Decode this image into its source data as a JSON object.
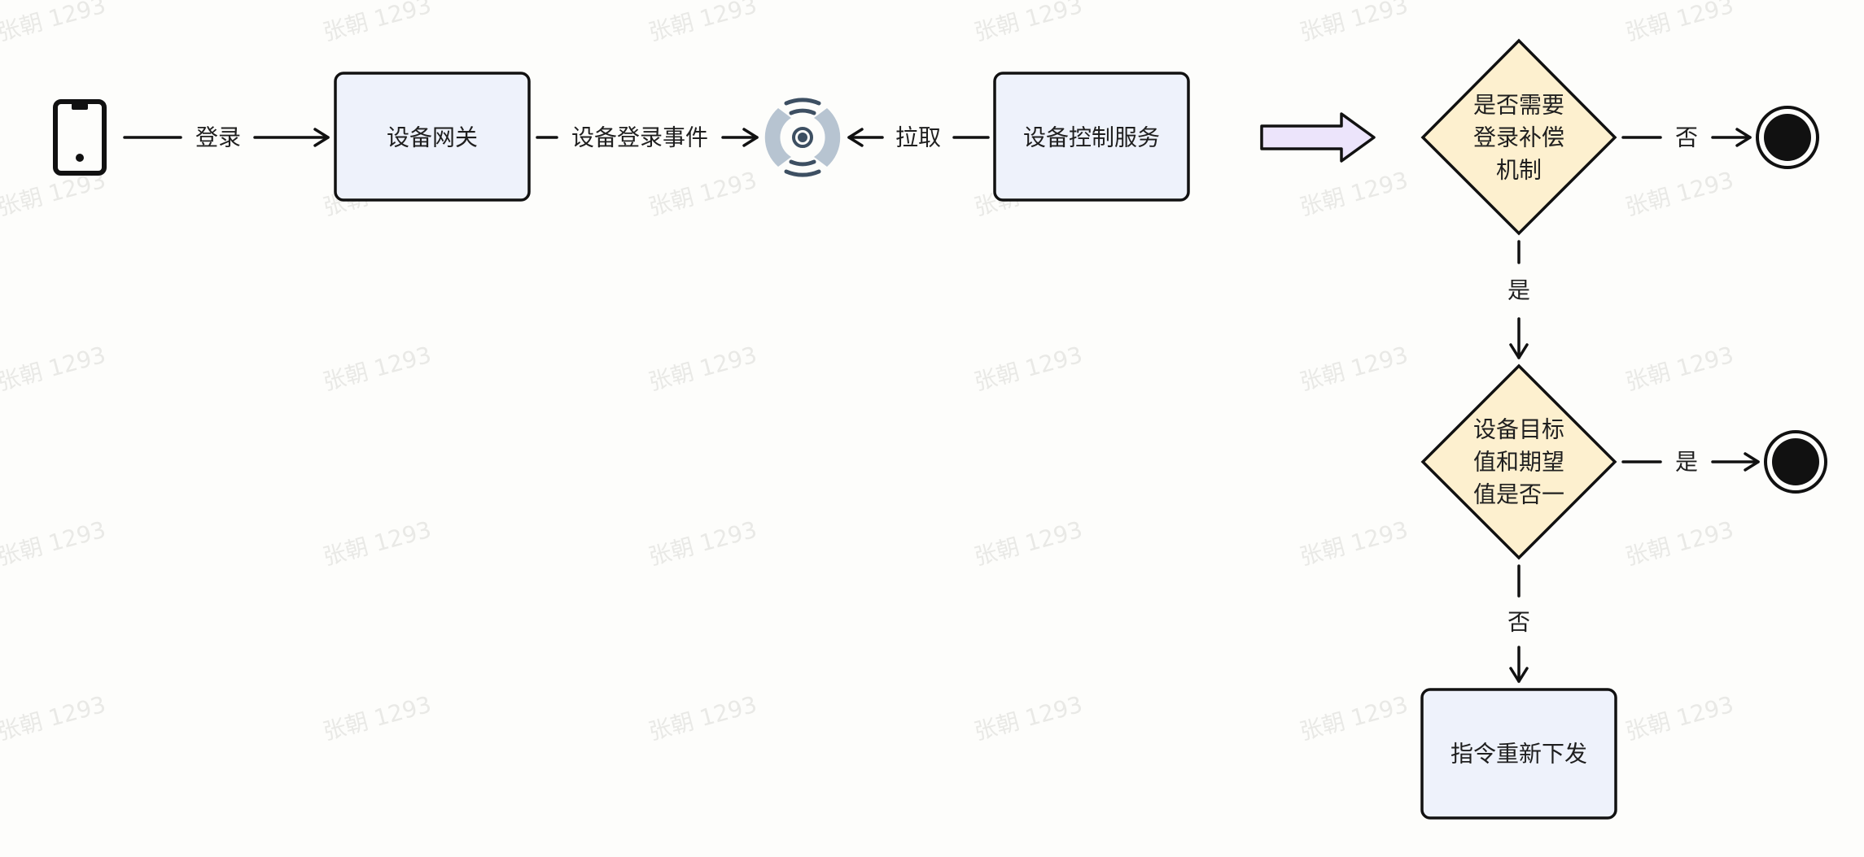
{
  "watermark": "张朝 1293",
  "nodes": {
    "gateway": "设备网关",
    "control_service": "设备控制服务",
    "decision_compensation": [
      "是否需要",
      "登录补偿",
      "机制"
    ],
    "decision_consistent": [
      "设备目标",
      "值和期望",
      "值是否一"
    ],
    "reissue": "指令重新下发"
  },
  "edges": {
    "login": "登录",
    "login_event": "设备登录事件",
    "pull": "拉取",
    "comp_no": "否",
    "comp_yes": "是",
    "consistent_yes": "是",
    "consistent_no": "否"
  },
  "icons": {
    "phone": "mobile-phone-icon",
    "broker": "event-broadcast-icon",
    "big_arrow": "flow-right-arrow-icon",
    "end": "end-state-icon"
  },
  "colors": {
    "box_fill": "#eef2fb",
    "diamond_fill": "#fdf0cf",
    "arrow_fill": "#ece4fb",
    "broker_fill": "#b7c4d1",
    "stroke": "#111111",
    "watermark": "#e9e9e6"
  }
}
